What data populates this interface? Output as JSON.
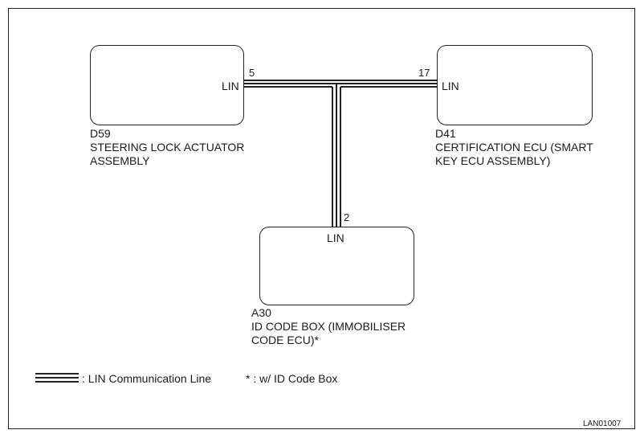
{
  "components": [
    {
      "id": "d59",
      "code": "D59",
      "name_line1": "STEERING LOCK ACTUATOR",
      "name_line2": "ASSEMBLY",
      "terminal_label": "LIN",
      "pin": "5"
    },
    {
      "id": "d41",
      "code": "D41",
      "name_line1": "CERTIFICATION ECU (SMART",
      "name_line2": "KEY ECU ASSEMBLY)",
      "terminal_label": "LIN",
      "pin": "17"
    },
    {
      "id": "a30",
      "code": "A30",
      "name_line1": "ID CODE BOX (IMMOBILISER",
      "name_line2": "CODE ECU)*",
      "terminal_label": "LIN",
      "pin": "2"
    }
  ],
  "legend": {
    "line_label": ": LIN Communication Line",
    "note": "* : w/ ID Code Box"
  },
  "figure_code": "LAN01007"
}
